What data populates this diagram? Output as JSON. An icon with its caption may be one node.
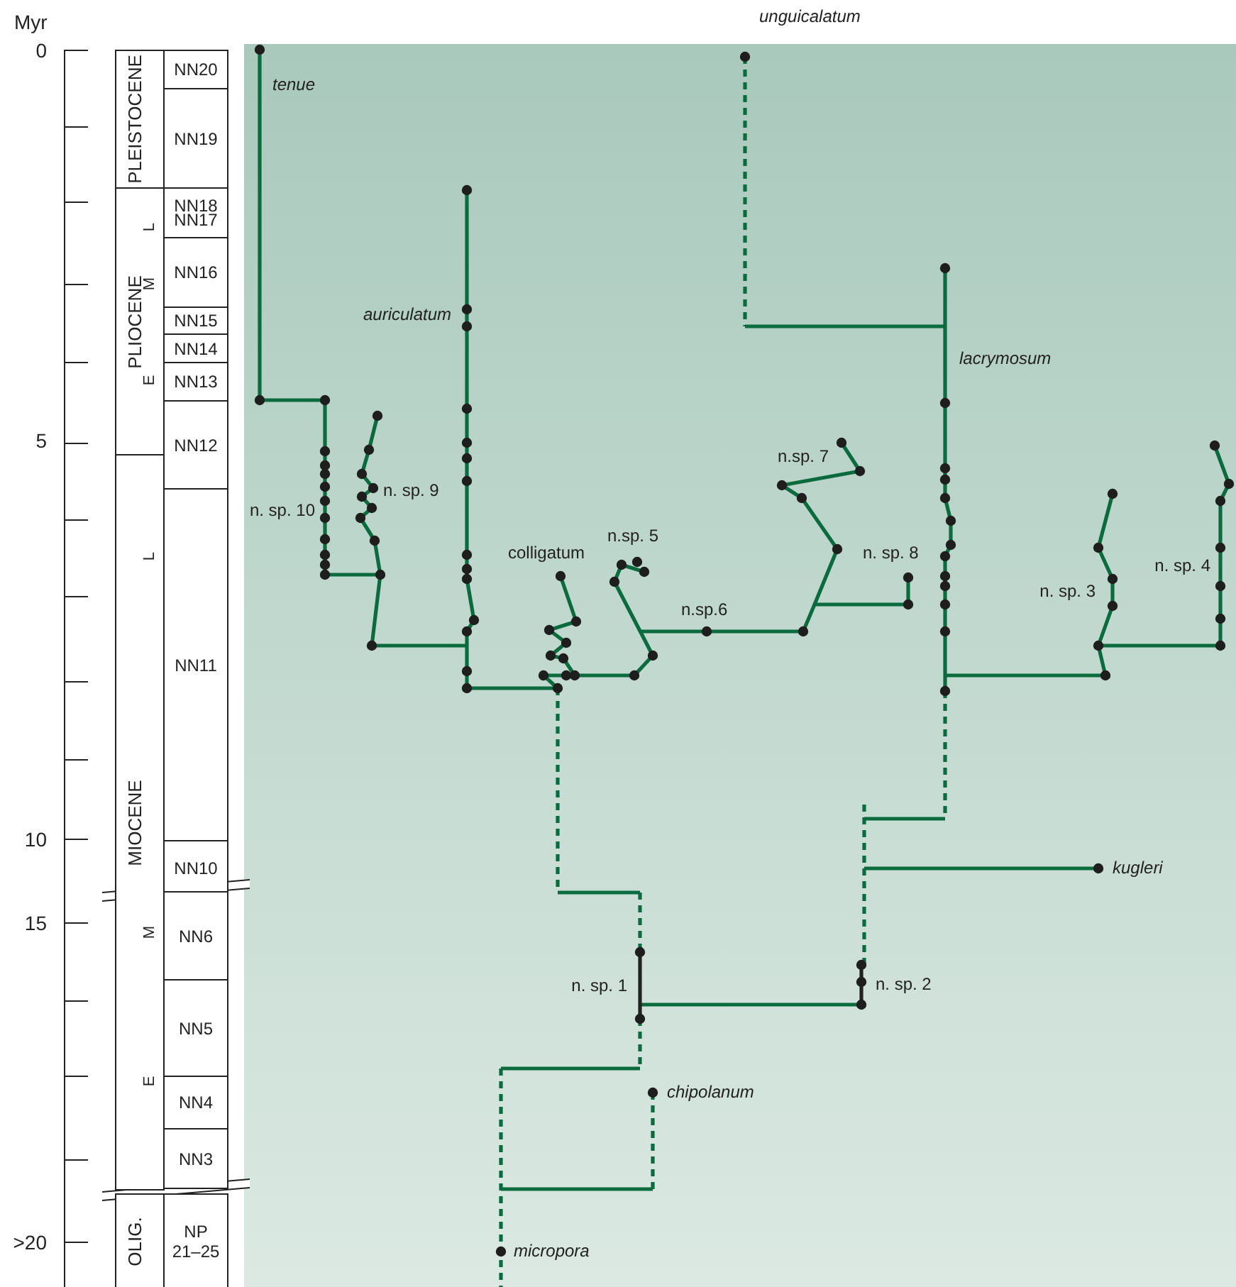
{
  "diagram": {
    "nodes": [
      {
        "text": [
          "PLEISTOCENE"
        ]
      },
      {
        "text": [
          "PLIOCENE"
        ]
      },
      {
        "text": [
          "MIOCENE"
        ]
      },
      {
        "text": [
          "OLIG."
        ]
      },
      {
        "text": [
          "NN20"
        ]
      },
      {
        "text": [
          "NN19"
        ]
      },
      {
        "text": [
          "NN18",
          "NN17"
        ]
      },
      {
        "text": [
          "NN16"
        ]
      },
      {
        "text": [
          "NN15"
        ]
      },
      {
        "text": [
          "NN14"
        ]
      },
      {
        "text": [
          "NN13"
        ]
      },
      {
        "text": [
          "NN12"
        ]
      },
      {
        "text": [
          "NN11"
        ]
      },
      {
        "text": [
          "NN10"
        ]
      },
      {
        "text": [
          "NN6"
        ]
      },
      {
        "text": [
          "NN5"
        ]
      },
      {
        "text": [
          "NN4"
        ]
      },
      {
        "text": [
          "NN3"
        ]
      },
      {
        "text": [
          "NP 21–25"
        ]
      }
    ],
    "labels": [
      "Myr",
      "0",
      "5",
      "10",
      "15",
      ">20",
      "L",
      "M",
      "E",
      "L",
      "M",
      "E",
      "tenue",
      "unguicalatum",
      "auriculatum",
      "lacrymosum",
      "n.sp. 7",
      "n. sp. 10",
      "n. sp. 9",
      "n. sp. 8",
      "colligatum",
      "n.sp. 5",
      "n. sp. 3",
      "n. sp. 4",
      "n.sp.6",
      "kugleri",
      "n. sp. 1",
      "n. sp. 2",
      "chipolanum",
      "micropora"
    ]
  }
}
